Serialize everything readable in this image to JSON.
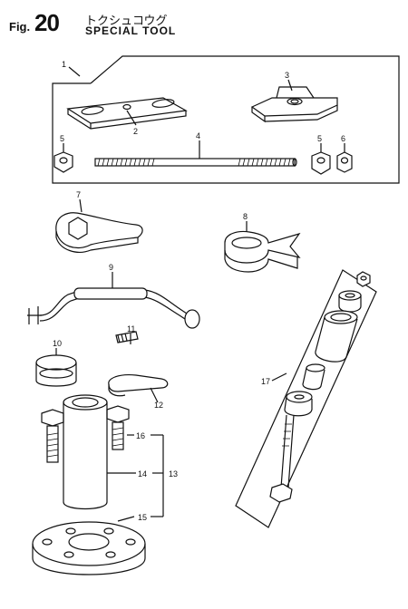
{
  "header": {
    "fig_label": "Fig.",
    "fig_number": "20",
    "title_jp": "トクシュコウグ",
    "title_en": "SPECIAL TOOL"
  },
  "callouts": [
    "1",
    "2",
    "3",
    "4",
    "5",
    "5",
    "6",
    "7",
    "8",
    "9",
    "10",
    "11",
    "12",
    "13",
    "14",
    "15",
    "16",
    "17"
  ]
}
